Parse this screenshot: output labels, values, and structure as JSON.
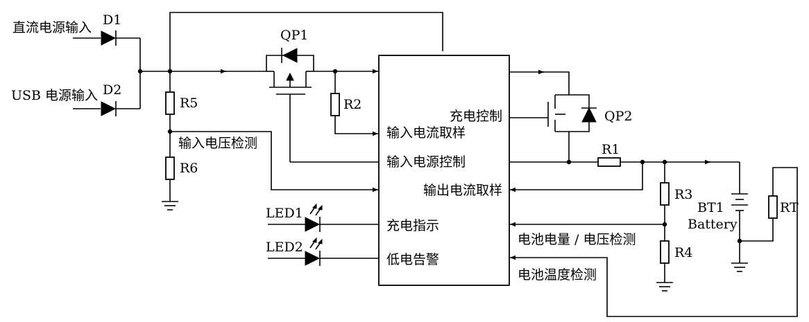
{
  "inputs": {
    "dc_input": "直流电源输入",
    "usb_input": "USB 电源输入"
  },
  "components": {
    "d1": "D1",
    "d2": "D2",
    "qp1": "QP1",
    "qp2": "QP2",
    "r1": "R1",
    "r2": "R2",
    "r3": "R3",
    "r4": "R4",
    "r5": "R5",
    "r6": "R6",
    "led1": "LED1",
    "led2": "LED2",
    "bt1": "BT1",
    "battery": "Battery",
    "rt": "RT"
  },
  "chip_pins": {
    "charge_control": "充电控制",
    "input_current_sample": "输入电流取样",
    "input_power_control": "输入电源控制",
    "output_current_sample": "输出电流取样",
    "charge_indicator": "充电指示",
    "low_battery_alarm": "低电告警"
  },
  "signals": {
    "input_voltage_detect": "输入电压检测",
    "battery_level_voltage_detect": "电池电量 / 电压检测",
    "battery_temp_detect": "电池温度检测"
  }
}
